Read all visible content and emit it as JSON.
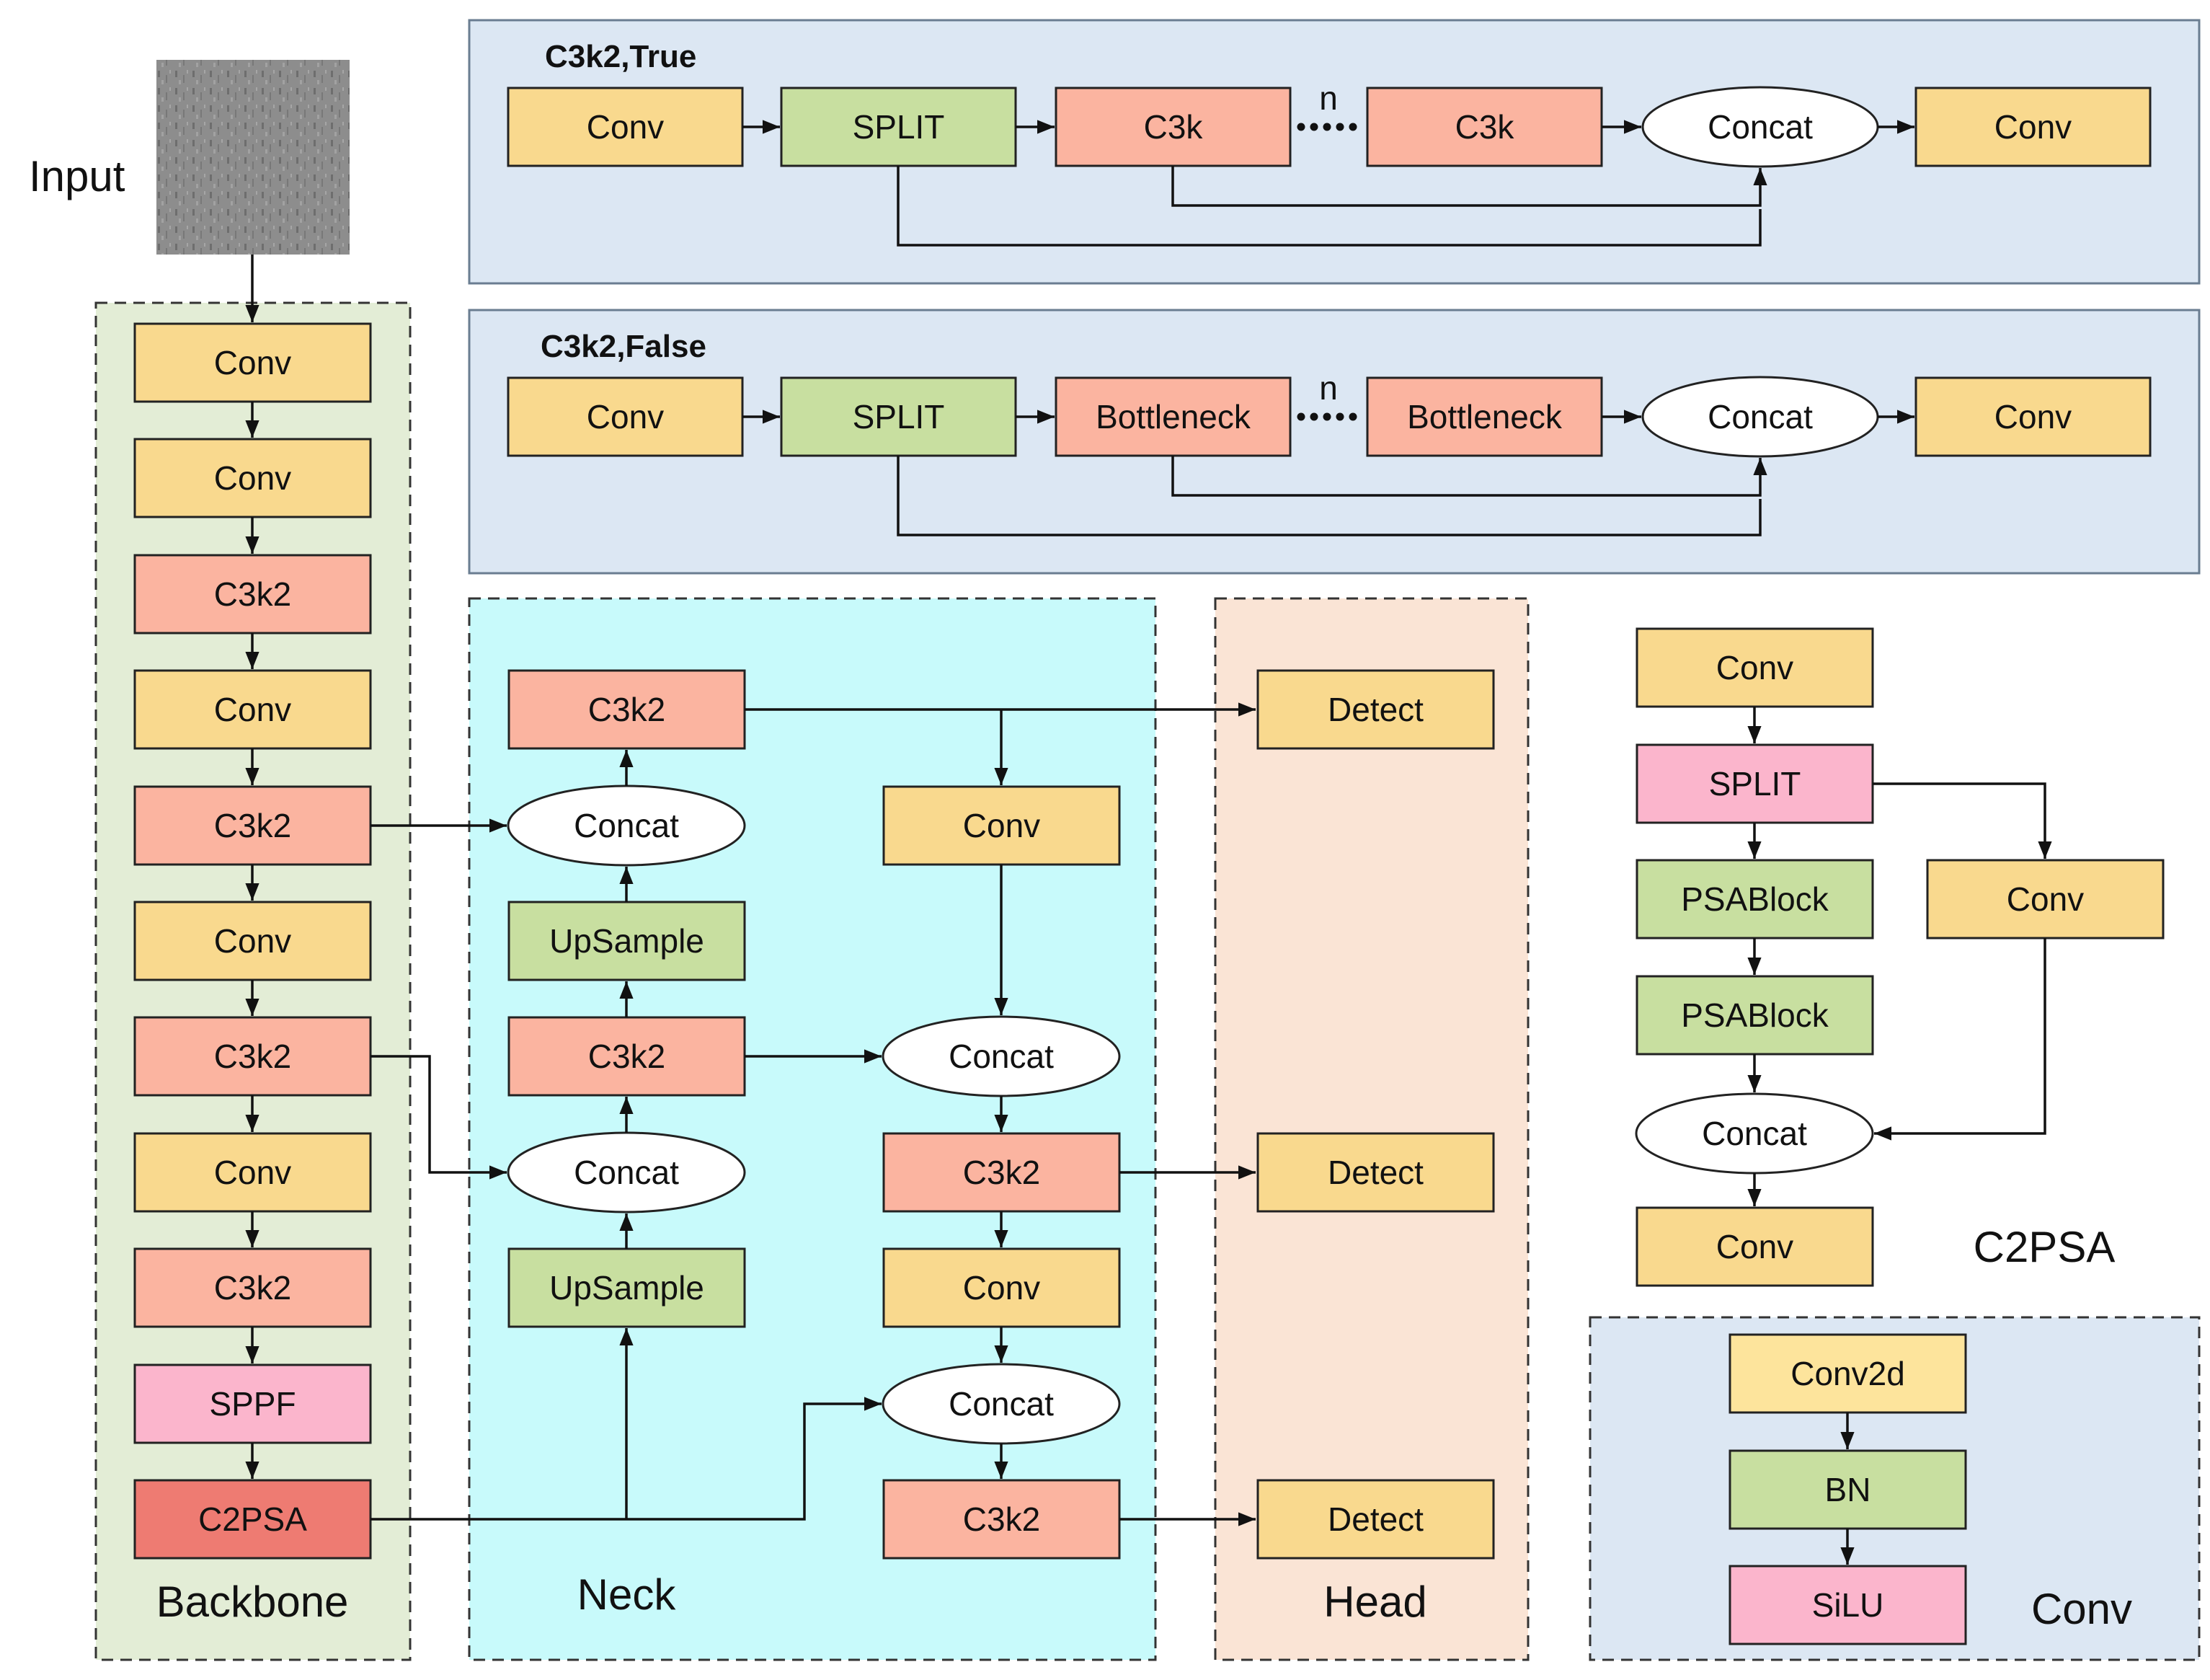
{
  "input": {
    "label": "Input"
  },
  "regions": {
    "backbone": "Backbone",
    "neck": "Neck",
    "head": "Head",
    "c2psa": "C2PSA",
    "conv": "Conv"
  },
  "c3k2_true": {
    "title": "C3k2,True",
    "n": "n",
    "nodes": [
      "Conv",
      "SPLIT",
      "C3k",
      "C3k",
      "Concat",
      "Conv"
    ]
  },
  "c3k2_false": {
    "title": "C3k2,False",
    "n": "n",
    "nodes": [
      "Conv",
      "SPLIT",
      "Bottleneck",
      "Bottleneck",
      "Concat",
      "Conv"
    ]
  },
  "backbone": {
    "nodes": [
      "Conv",
      "Conv",
      "C3k2",
      "Conv",
      "C3k2",
      "Conv",
      "C3k2",
      "Conv",
      "C3k2",
      "SPPF",
      "C2PSA"
    ]
  },
  "neck": {
    "left": [
      "C3k2",
      "Concat",
      "UpSample",
      "C3k2",
      "Concat",
      "UpSample"
    ],
    "right": [
      "Conv",
      "Concat",
      "C3k2",
      "Conv",
      "Concat",
      "C3k2"
    ]
  },
  "head": {
    "nodes": [
      "Detect",
      "Detect",
      "Detect"
    ]
  },
  "c2psa": {
    "nodes": [
      "Conv",
      "SPLIT",
      "PSABlock",
      "PSABlock",
      "Concat",
      "Conv",
      "Conv"
    ]
  },
  "conv_block": {
    "nodes": [
      "Conv2d",
      "BN",
      "SiLU"
    ]
  },
  "colors": {
    "conv": "#f9d98e",
    "c3k2": "#fbb4a0",
    "split_green": "#c8dfa0",
    "upsample": "#c8dfa0",
    "psablock": "#c8dfa0",
    "bn": "#c8dfa0",
    "sppf": "#fbb5cc",
    "split_pink": "#fbb5cc",
    "silu": "#fbb5cc",
    "c2psa": "#ee7b72",
    "conv2d": "#fde49c",
    "concat": "#ffffff",
    "backbone_bg": "#e3edd6",
    "neck_bg": "#c8fafb",
    "head_bg": "#fae4d5",
    "panel_bg": "#dce7f3",
    "stroke": "#222222"
  }
}
